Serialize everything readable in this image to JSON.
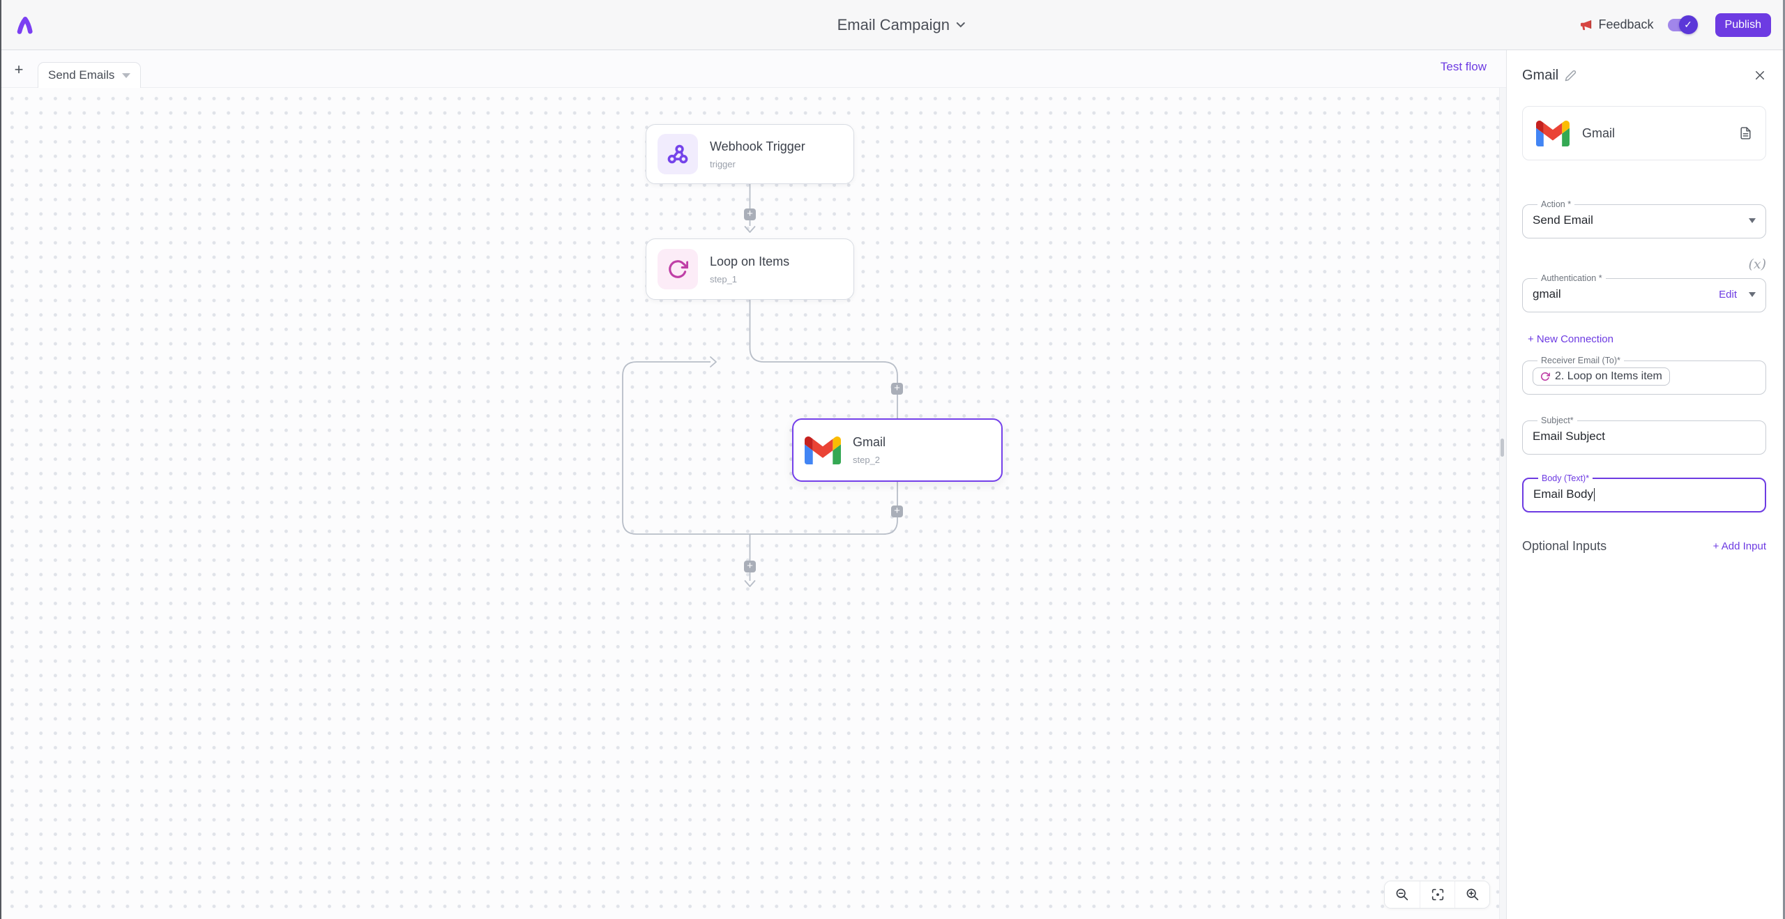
{
  "header": {
    "title": "Email Campaign",
    "feedback_label": "Feedback",
    "publish_label": "Publish",
    "toggle_check": "✓"
  },
  "tab_bar": {
    "add_tab_label": "+",
    "tab_label": "Send Emails",
    "test_flow_label": "Test flow"
  },
  "canvas": {
    "plus_label": "+",
    "nodes": [
      {
        "title": "Webhook Trigger",
        "subtitle": "trigger"
      },
      {
        "title": "Loop on Items",
        "subtitle": "step_1"
      },
      {
        "title": "Gmail",
        "subtitle": "step_2"
      }
    ]
  },
  "panel": {
    "title": "Gmail",
    "app_card": {
      "name": "Gmail"
    },
    "variable_icon_label": "(x)",
    "action": {
      "label": "Action *",
      "value": "Send Email"
    },
    "authentication": {
      "label": "Authentication *",
      "value": "gmail",
      "edit_label": "Edit"
    },
    "new_connection_label": "+ New Connection",
    "receiver": {
      "label": "Receiver Email (To)*",
      "chip_text": "2. Loop on Items item"
    },
    "subject": {
      "label": "Subject*",
      "value": "Email Subject"
    },
    "body": {
      "label": "Body (Text)*",
      "value": "Email Body"
    },
    "optional_inputs_label": "Optional Inputs",
    "add_input_label": "+ Add Input"
  },
  "colors": {
    "accent": "#6d3be2",
    "webhook_purple": "#7443ea",
    "loop_pink": "#bf3fa6",
    "connector_gray": "#b8bec8"
  }
}
